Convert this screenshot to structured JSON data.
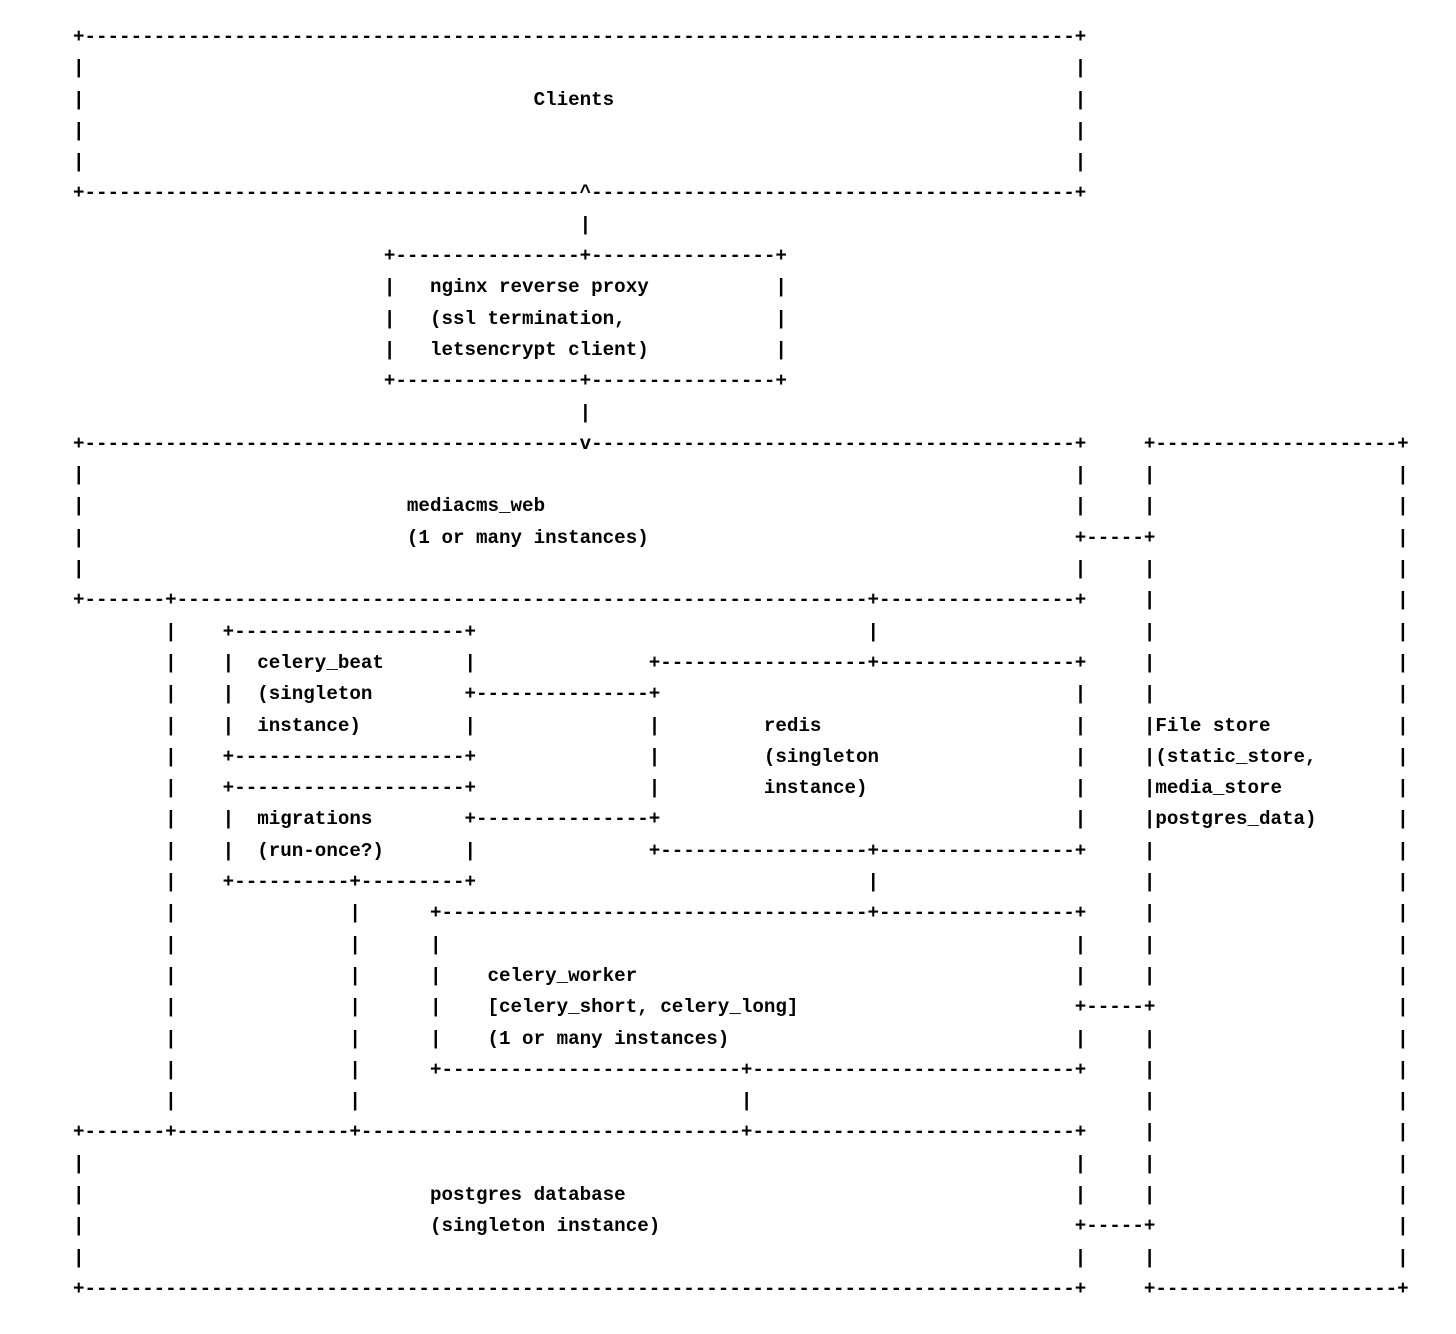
{
  "page": {
    "background": "#ffffff",
    "text_color": "#000000"
  },
  "diagram": {
    "type": "ascii-architecture-diagram",
    "lines": [
      "+--------------------------------------------------------------------------------------+",
      "|                                                                                      |",
      "|                                       Clients                                        |",
      "|                                                                                      |",
      "|                                                                                      |",
      "+-------------------------------------------^------------------------------------------+",
      "                                            |",
      "                           +----------------+----------------+",
      "                           |   nginx reverse proxy           |",
      "                           |   (ssl termination,             |",
      "                           |   letsencrypt client)           |",
      "                           +----------------+----------------+",
      "                                            |",
      "+-------------------------------------------v------------------------------------------+     +---------------------+",
      "|                                                                                      |     |                     |",
      "|                            mediacms_web                                              |     |                     |",
      "|                            (1 or many instances)                                     +-----+                     |",
      "|                                                                                      |     |                     |",
      "+-------+------------------------------------------------------------+-----------------+     |                     |",
      "        |    +--------------------+                                  |                       |                     |",
      "        |    |  celery_beat       |               +------------------+-----------------+     |                     |",
      "        |    |  (singleton        +---------------+                                    |     |                     |",
      "        |    |  instance)         |               |         redis                      |     |File store           |",
      "        |    +--------------------+               |         (singleton                 |     |(static_store,       |",
      "        |    +--------------------+               |         instance)                  |     |media_store          |",
      "        |    |  migrations        +---------------+                                    |     |postgres_data)       |",
      "        |    |  (run-once?)       |               +------------------+-----------------+     |                     |",
      "        |    +----------+---------+                                  |                       |                     |",
      "        |               |      +-------------------------------------+-----------------+     |                     |",
      "        |               |      |                                                       |     |                     |",
      "        |               |      |    celery_worker                                      |     |                     |",
      "        |               |      |    [celery_short, celery_long]                        +-----+                     |",
      "        |               |      |    (1 or many instances)                              |     |                     |",
      "        |               |      +--------------------------+----------------------------+     |                     |",
      "        |               |                                 |                                  |                     |",
      "+-------+---------------+---------------------------------+----------------------------+     |                     |",
      "|                                                                                      |     |                     |",
      "|                              postgres database                                       |     |                     |",
      "|                              (singleton instance)                                    +-----+                     |",
      "|                                                                                      |     |                     |",
      "+--------------------------------------------------------------------------------------+     +---------------------+"
    ],
    "components": [
      {
        "id": "clients",
        "label": "Clients"
      },
      {
        "id": "nginx",
        "label": "nginx reverse proxy",
        "detail": "(ssl termination, letsencrypt client)"
      },
      {
        "id": "mediacms_web",
        "label": "mediacms_web",
        "detail": "(1 or many instances)"
      },
      {
        "id": "celery_beat",
        "label": "celery_beat",
        "detail": "(singleton instance)"
      },
      {
        "id": "redis",
        "label": "redis",
        "detail": "(singleton instance)"
      },
      {
        "id": "migrations",
        "label": "migrations",
        "detail": "(run-once?)"
      },
      {
        "id": "celery_worker",
        "label": "celery_worker",
        "detail": "[celery_short, celery_long] (1 or many instances)"
      },
      {
        "id": "postgres",
        "label": "postgres database",
        "detail": "(singleton instance)"
      },
      {
        "id": "file_store",
        "label": "File store",
        "detail": "(static_store, media_store postgres_data)"
      }
    ],
    "connections": [
      "Clients <- nginx reverse proxy",
      "nginx reverse proxy -> mediacms_web",
      "mediacms_web - redis",
      "mediacms_web - postgres database",
      "mediacms_web - File store",
      "celery_beat - redis",
      "migrations - redis",
      "migrations - postgres database",
      "redis - celery_worker",
      "celery_worker - postgres database",
      "celery_worker - File store",
      "postgres database - File store"
    ]
  }
}
